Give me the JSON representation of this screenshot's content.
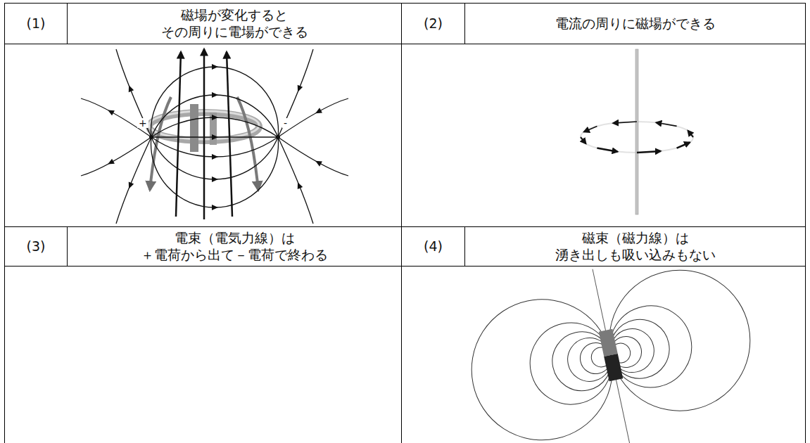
{
  "diagram": {
    "nodes": [
      {
        "text": [
          "(1)"
        ]
      },
      {
        "text": [
          "磁場が変化すると その周りに電場ができる"
        ]
      },
      {
        "text": [
          "(2)"
        ]
      },
      {
        "text": [
          "電流の周りに磁場ができる"
        ]
      },
      {
        "text": [
          "(3)"
        ]
      },
      {
        "text": [
          "電束（電気力線）は ＋電荷から出て－電荷で終わる"
        ]
      },
      {
        "text": [
          "(4)"
        ]
      },
      {
        "text": [
          "磁束（磁力線）は 湧き出しも吸い込みもない"
        ]
      }
    ],
    "labels": [
      "+",
      "-"
    ]
  }
}
